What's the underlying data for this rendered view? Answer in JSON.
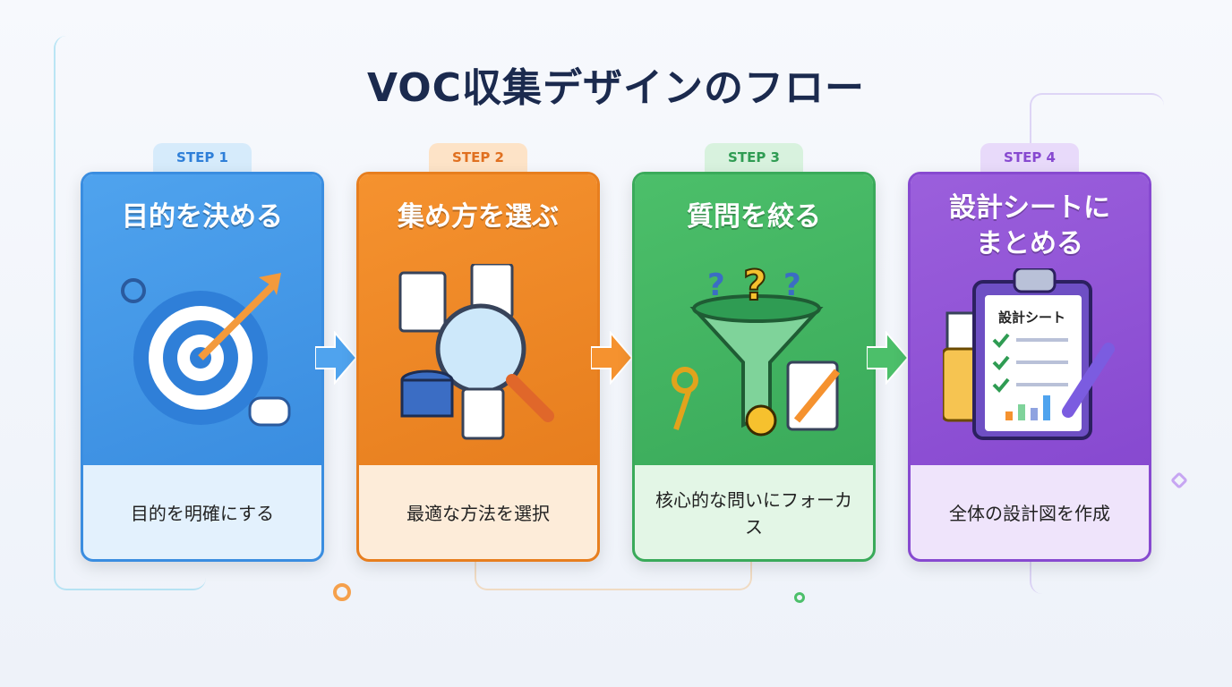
{
  "title": "VOC収集デザインのフロー",
  "steps": [
    {
      "tab": "STEP 1",
      "title": "目的を決める",
      "desc": "目的を明確にする",
      "color": "#4fa3ee"
    },
    {
      "tab": "STEP 2",
      "title": "集め方を選ぶ",
      "desc": "最適な方法を選択",
      "color": "#f5922f"
    },
    {
      "tab": "STEP 3",
      "title": "質問を絞る",
      "desc": "核心的な問いにフォーカス",
      "color": "#4cbf6a"
    },
    {
      "tab": "STEP 4",
      "title": "設計シートにまとめる",
      "desc": "全体の設計図を作成",
      "color": "#9b5fdc"
    }
  ],
  "sheet_label": "設計シート"
}
